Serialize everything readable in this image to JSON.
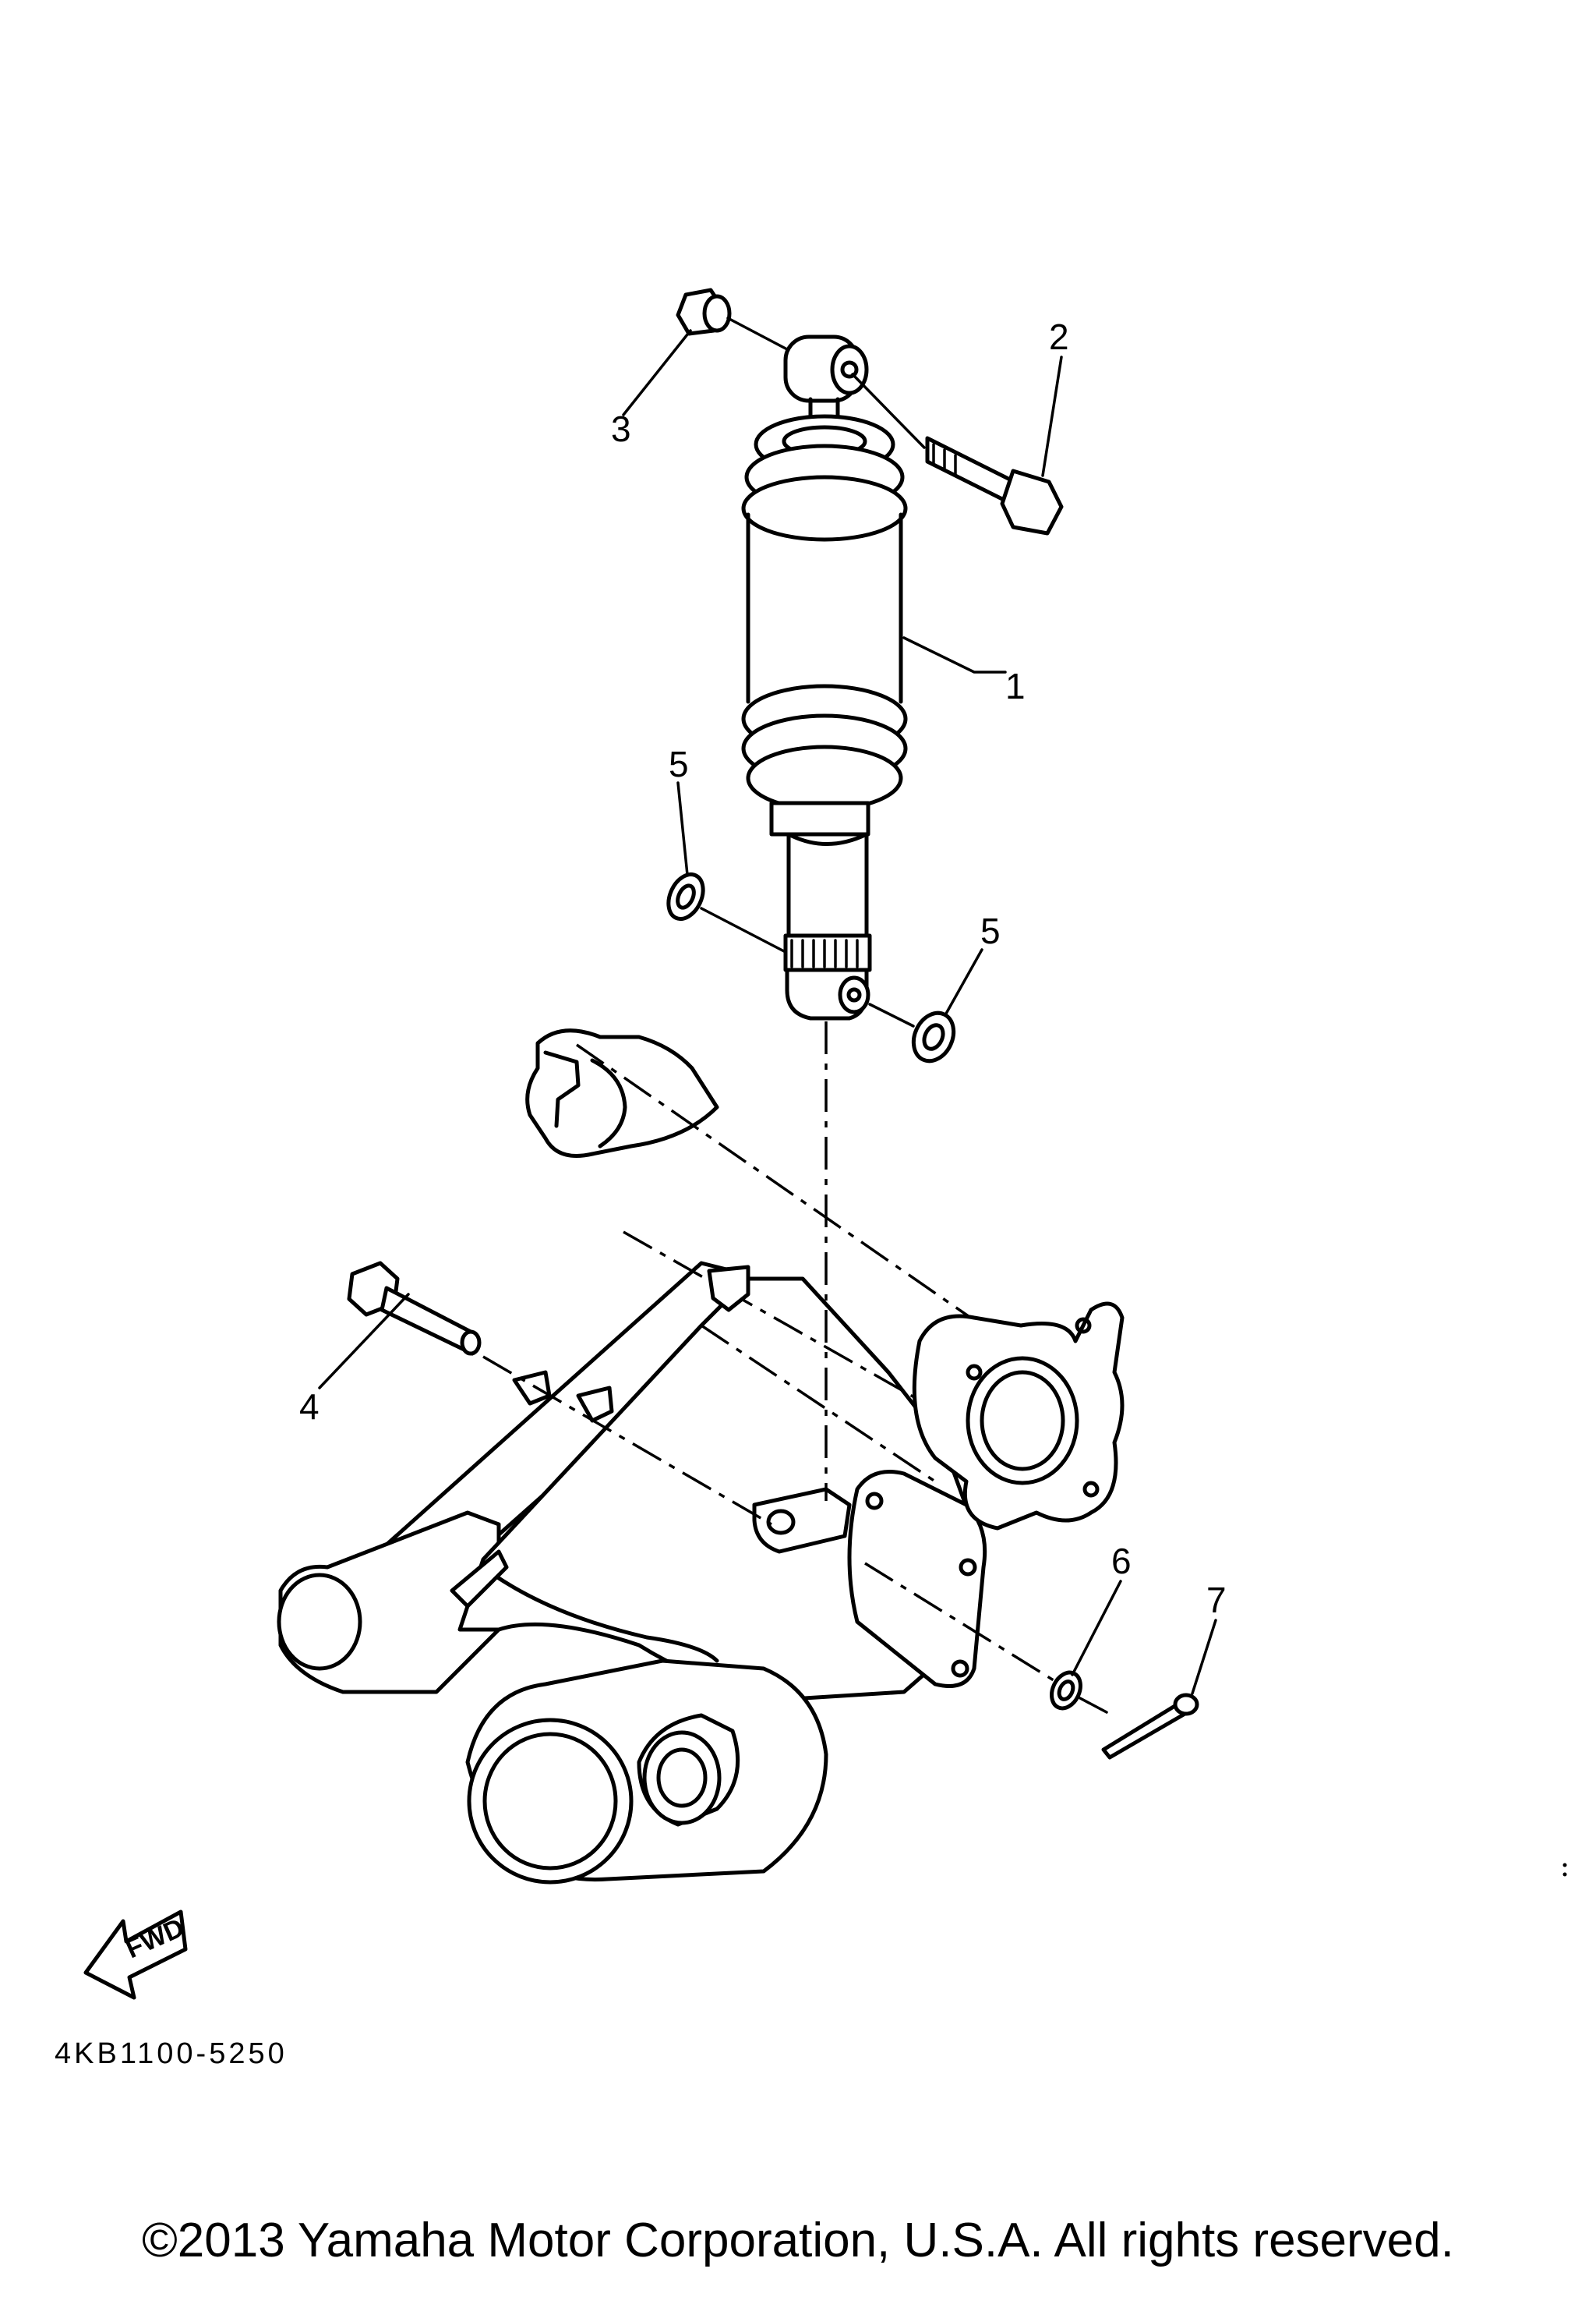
{
  "callouts": {
    "c1": "1",
    "c2": "2",
    "c3": "3",
    "c4": "4",
    "c5a": "5",
    "c5b": "5",
    "c6": "6",
    "c7": "7"
  },
  "fwd_label": "FWD",
  "diagram_code": "4KB1100-5250",
  "copyright": "©2013 Yamaha Motor Corporation, U.S.A. All rights reserved."
}
